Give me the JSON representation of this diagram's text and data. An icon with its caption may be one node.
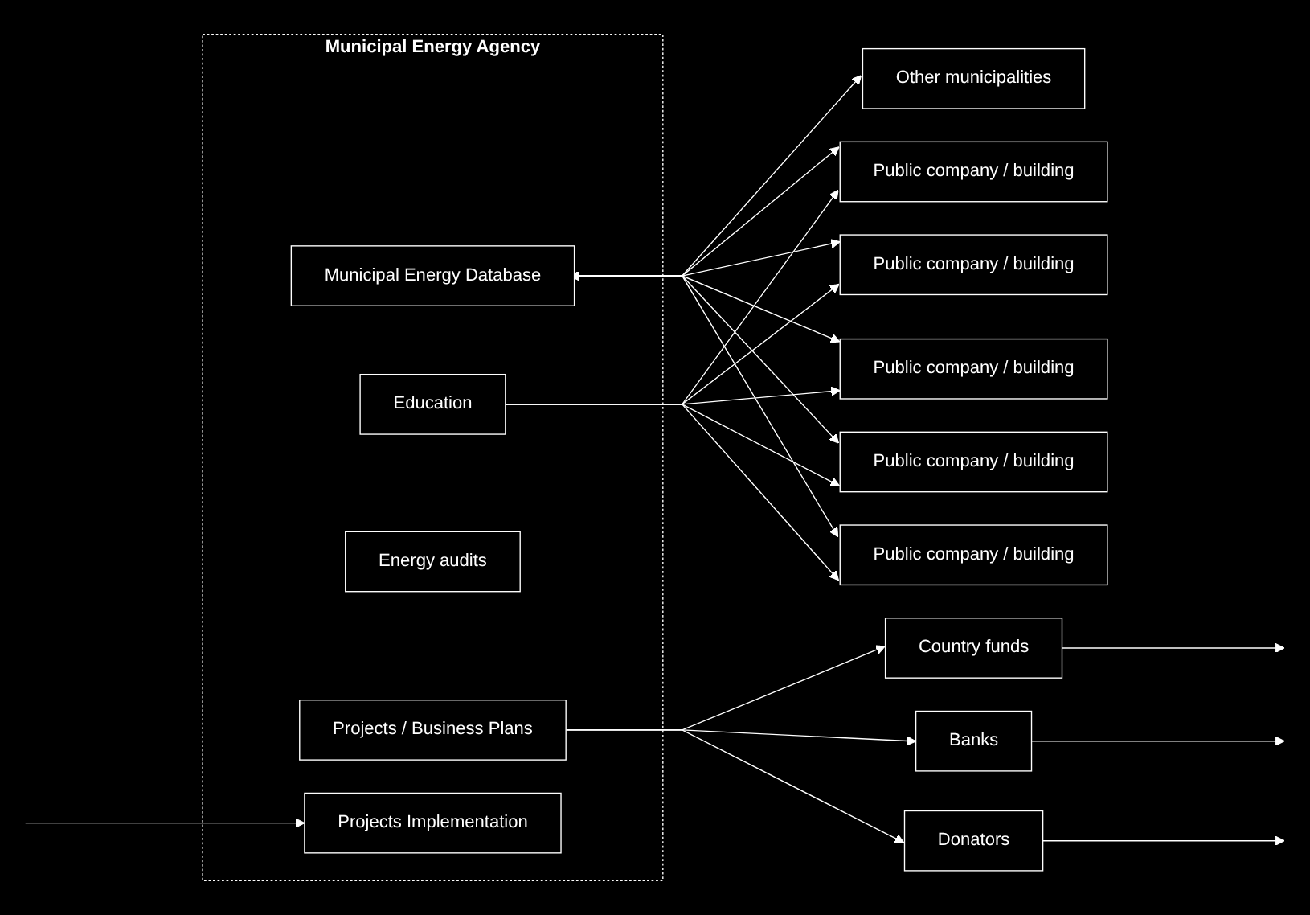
{
  "diagram": {
    "nodes": [
      {
        "text": [
          "Municipal Energy Agency"
        ]
      },
      {
        "text": [
          "Municipal Energy Database"
        ],
        "in": 0
      },
      {
        "text": [
          "Education"
        ],
        "in": 0
      },
      {
        "text": [
          "Energy audits"
        ],
        "in": 0
      },
      {
        "text": [
          "Projects / Business Plans"
        ],
        "in": 0
      },
      {
        "text": [
          "Projects Implementation"
        ],
        "in": 0
      },
      {
        "text": [
          "Other municipalities"
        ]
      },
      {
        "text": [
          "Public company / building"
        ]
      },
      {
        "text": [
          "Public company / building"
        ]
      },
      {
        "text": [
          "Public company / building"
        ]
      },
      {
        "text": [
          "Public company / building"
        ]
      },
      {
        "text": [
          "Public company / building"
        ]
      },
      {
        "text": [
          "Country funds"
        ]
      },
      {
        "text": [
          "Banks"
        ]
      },
      {
        "text": [
          "Donators"
        ]
      }
    ],
    "edges": [
      {
        "from": 1,
        "to": 6,
        "arrow": "both"
      },
      {
        "from": 1,
        "to": 7,
        "arrow": "both"
      },
      {
        "from": 1,
        "to": 8,
        "arrow": "both"
      },
      {
        "from": 1,
        "to": 9,
        "arrow": "both"
      },
      {
        "from": 1,
        "to": 10,
        "arrow": "both"
      },
      {
        "from": 1,
        "to": 11,
        "arrow": "both"
      },
      {
        "from": 2,
        "to": 7,
        "arrow": "to"
      },
      {
        "from": 2,
        "to": 8,
        "arrow": "to"
      },
      {
        "from": 2,
        "to": 9,
        "arrow": "to"
      },
      {
        "from": 2,
        "to": 10,
        "arrow": "to"
      },
      {
        "from": 2,
        "to": 11,
        "arrow": "to"
      },
      {
        "from": 4,
        "to": 12,
        "arrow": "to"
      },
      {
        "from": 4,
        "to": 13,
        "arrow": "to"
      },
      {
        "from": 4,
        "to": 14,
        "arrow": "to"
      },
      {
        "from": 12,
        "to": null,
        "arrow": "to"
      },
      {
        "from": 13,
        "to": null,
        "arrow": "to"
      },
      {
        "from": 14,
        "to": null,
        "arrow": "to"
      },
      {
        "from": null,
        "to": 5,
        "arrow": "to"
      }
    ]
  }
}
